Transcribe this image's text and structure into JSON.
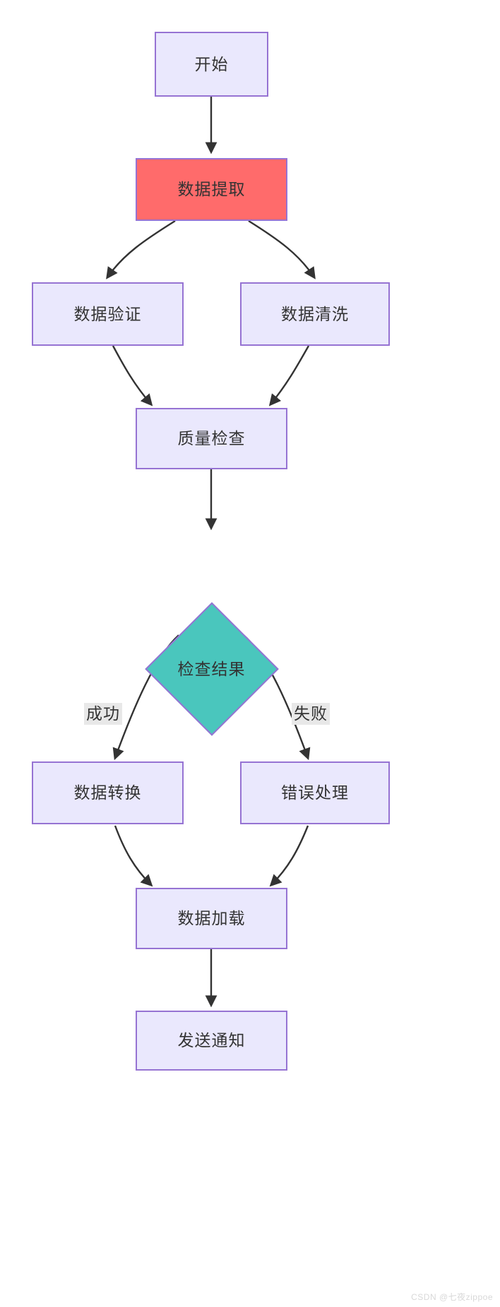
{
  "diagram": {
    "type": "flowchart",
    "direction": "top-to-bottom",
    "title": "",
    "colors": {
      "node_fill": "#eae8fd",
      "node_border": "#9673d3",
      "highlight_fill": "#ff6b6b",
      "decision_fill": "#4ac6bd",
      "edge_stroke": "#333333",
      "edge_label_bg": "#e8e8e8",
      "text": "#333333",
      "background": "#ffffff"
    },
    "nodes": [
      {
        "id": "start",
        "label": "开始",
        "shape": "rect",
        "style": "process"
      },
      {
        "id": "extract",
        "label": "数据提取",
        "shape": "rect",
        "style": "highlight"
      },
      {
        "id": "validate",
        "label": "数据验证",
        "shape": "rect",
        "style": "process"
      },
      {
        "id": "clean",
        "label": "数据清洗",
        "shape": "rect",
        "style": "process"
      },
      {
        "id": "quality",
        "label": "质量检查",
        "shape": "rect",
        "style": "process"
      },
      {
        "id": "decision",
        "label": "检查结果",
        "shape": "diamond",
        "style": "decision"
      },
      {
        "id": "transform",
        "label": "数据转换",
        "shape": "rect",
        "style": "process"
      },
      {
        "id": "error",
        "label": "错误处理",
        "shape": "rect",
        "style": "process"
      },
      {
        "id": "load",
        "label": "数据加载",
        "shape": "rect",
        "style": "process"
      },
      {
        "id": "notify",
        "label": "发送通知",
        "shape": "rect",
        "style": "process"
      }
    ],
    "edges": [
      {
        "from": "start",
        "to": "extract",
        "label": ""
      },
      {
        "from": "extract",
        "to": "validate",
        "label": ""
      },
      {
        "from": "extract",
        "to": "clean",
        "label": ""
      },
      {
        "from": "validate",
        "to": "quality",
        "label": ""
      },
      {
        "from": "clean",
        "to": "quality",
        "label": ""
      },
      {
        "from": "quality",
        "to": "decision",
        "label": ""
      },
      {
        "from": "decision",
        "to": "transform",
        "label": "成功"
      },
      {
        "from": "decision",
        "to": "error",
        "label": "失败"
      },
      {
        "from": "transform",
        "to": "load",
        "label": ""
      },
      {
        "from": "error",
        "to": "load",
        "label": ""
      },
      {
        "from": "load",
        "to": "notify",
        "label": ""
      }
    ],
    "edge_labels": {
      "success": "成功",
      "failure": "失败"
    }
  },
  "watermark": {
    "text": "CSDN @七夜zippoe"
  }
}
